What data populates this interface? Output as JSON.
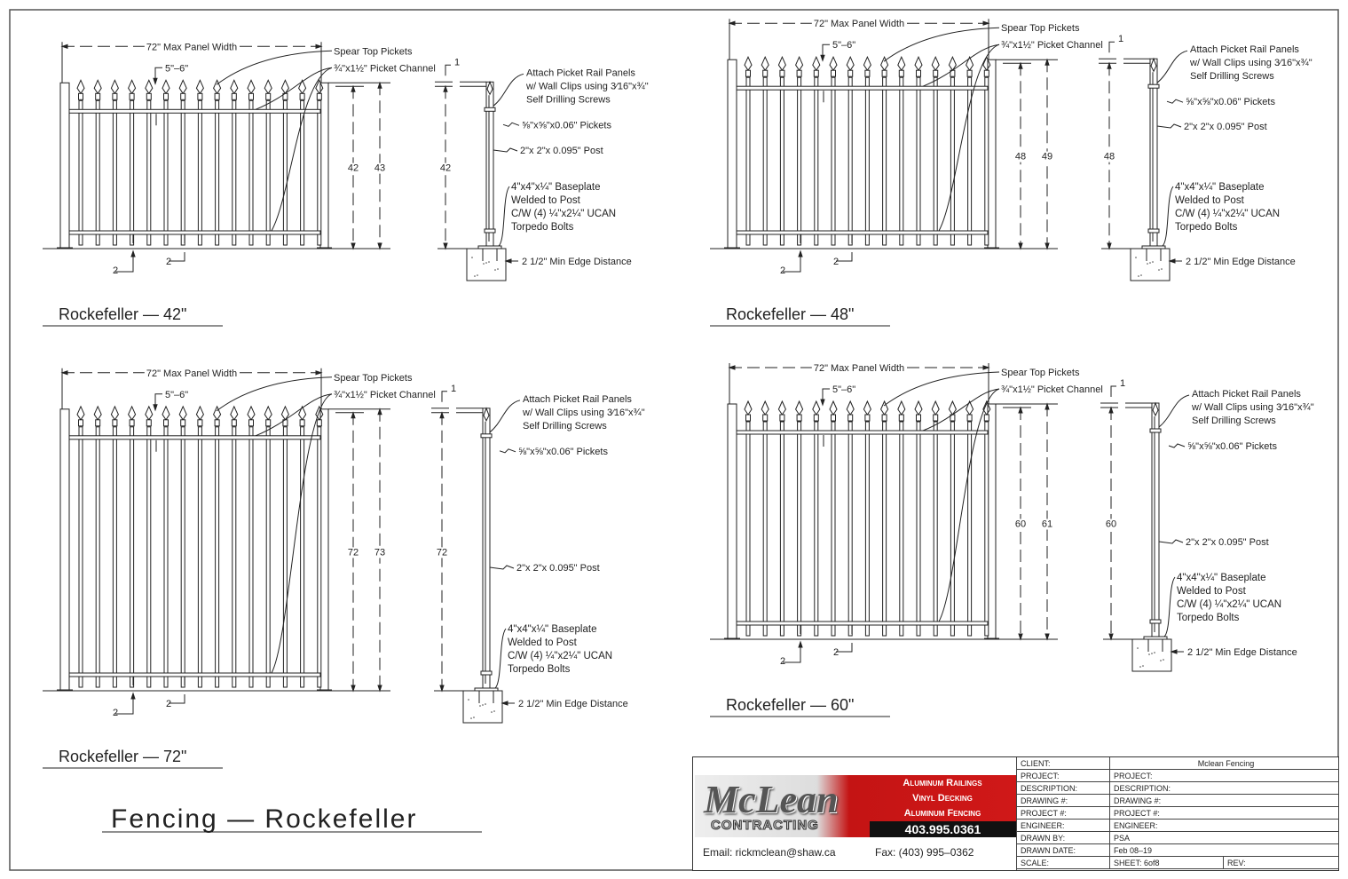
{
  "drawing_title": "Fencing — Rockefeller",
  "common": {
    "panel_width": "72\" Max Panel Width",
    "spear_top": "Spear Top Pickets",
    "picket_channel": "¾\"x1½\" Picket Channel",
    "spacing": "5\"–6\"",
    "gap": "2",
    "offset": "1",
    "attach": [
      "Attach Picket Rail Panels",
      "w/ Wall Clips using 3⁄16\"x¾\"",
      "Self Drilling Screws"
    ],
    "pickets": "⅝\"x⅝\"x0.06\" Pickets",
    "post": "2\"x 2\"x 0.095\" Post",
    "baseplate": [
      "4\"x4\"x¼\" Baseplate",
      "Welded to Post",
      "C/W (4) ¼\"x2¼\" UCAN",
      "Torpedo Bolts"
    ],
    "edge": "2 1/2\" Min Edge Distance"
  },
  "panels": [
    {
      "title": "Rockefeller — 42\"",
      "height": 42,
      "dims": [
        "42",
        "43"
      ],
      "side_dim": "42"
    },
    {
      "title": "Rockefeller — 48\"",
      "height": 48,
      "dims": [
        "48",
        "49"
      ],
      "side_dim": "48"
    },
    {
      "title": "Rockefeller — 72\"",
      "height": 72,
      "dims": [
        "72",
        "73"
      ],
      "side_dim": "72"
    },
    {
      "title": "Rockefeller — 60\"",
      "height": 60,
      "dims": [
        "60",
        "61"
      ],
      "side_dim": "60"
    }
  ],
  "title_block": {
    "logo": {
      "script": "McLean",
      "contracting": "CONTRACTING",
      "lines": [
        "Aluminum Railings",
        "Vinyl Decking",
        "Aluminum Fencing"
      ],
      "phone": "403.995.0361"
    },
    "email": "Email:  rickmclean@shaw.ca",
    "fax": "Fax:   (403) 995–0362",
    "rows": [
      {
        "label": "CLIENT:",
        "value": "Mclean Fencing"
      },
      {
        "label": "PROJECT:",
        "value": "PROJECT:"
      },
      {
        "label": "DESCRIPTION:",
        "value": "DESCRIPTION:"
      },
      {
        "label": "DRAWING #:",
        "value": "DRAWING #:"
      },
      {
        "label": "PROJECT #:",
        "value": "PROJECT #:"
      },
      {
        "label": "ENGINEER:",
        "value": "ENGINEER:"
      },
      {
        "label": "DRAWN BY:",
        "value": "PSA"
      },
      {
        "label": "DRAWN DATE:",
        "value": "Feb 08–19"
      },
      {
        "label": "SCALE:",
        "value": "SHEET: 6of8",
        "extra": "REV:"
      }
    ]
  }
}
